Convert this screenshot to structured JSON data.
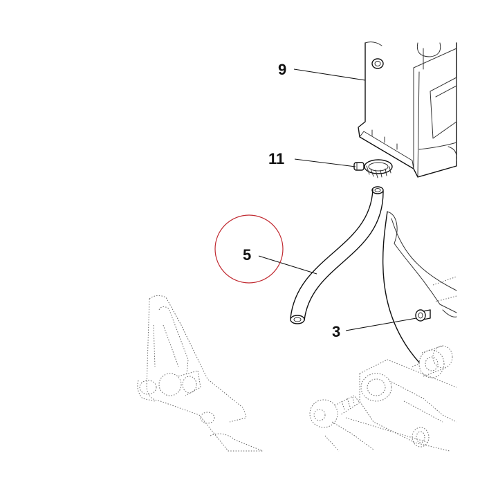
{
  "callouts": [
    {
      "key": "part-9",
      "label": "9"
    },
    {
      "key": "part-11",
      "label": "11"
    },
    {
      "key": "part-5",
      "label": "5"
    },
    {
      "key": "part-3",
      "label": "3"
    }
  ],
  "highlight": {
    "target": "5",
    "color": "#c0282f"
  },
  "colors": {
    "line": "#111111",
    "background": "#ffffff"
  }
}
